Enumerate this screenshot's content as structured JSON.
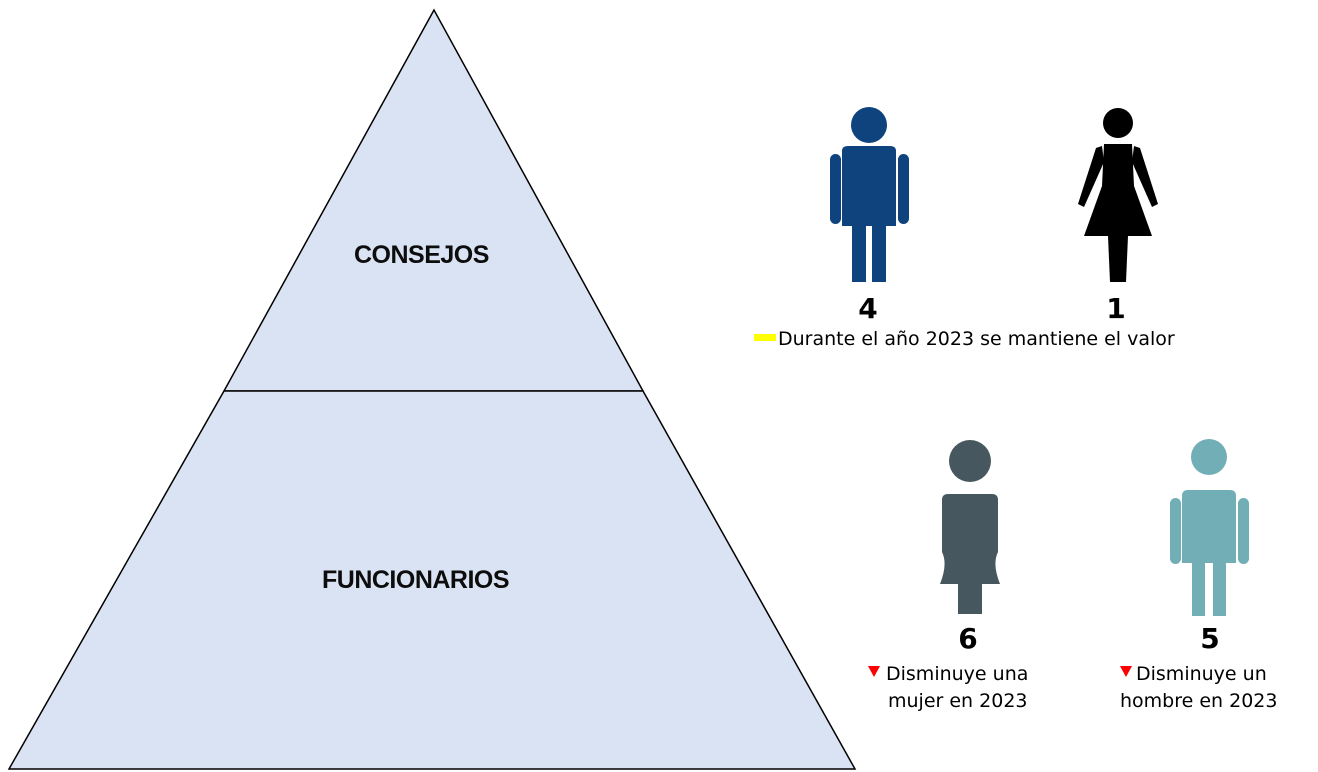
{
  "pyramid": {
    "top_label": "CONSEJOS",
    "bottom_label": "FUNCIONARIOS",
    "fill_color": "#dae3f3",
    "stroke_color": "#000000"
  },
  "consejos": {
    "male": {
      "icon": "man-icon",
      "color": "#0f437e",
      "count": "4"
    },
    "female": {
      "icon": "woman-icon",
      "color": "#000000",
      "count": "1"
    },
    "note": "Durante el año 2023 se mantiene el valor",
    "note_marker_color": "#ffff00"
  },
  "funcionarios": {
    "female": {
      "icon": "woman-icon",
      "color": "#47575f",
      "count": "6",
      "note_line1": "Disminuye una",
      "note_line2": "mujer en 2023"
    },
    "male": {
      "icon": "man-icon",
      "color": "#72aeb6",
      "count": "5",
      "note_line1": "Disminuye un",
      "note_line2": "hombre en 2023"
    },
    "decrease_marker_color": "#ff0000"
  }
}
